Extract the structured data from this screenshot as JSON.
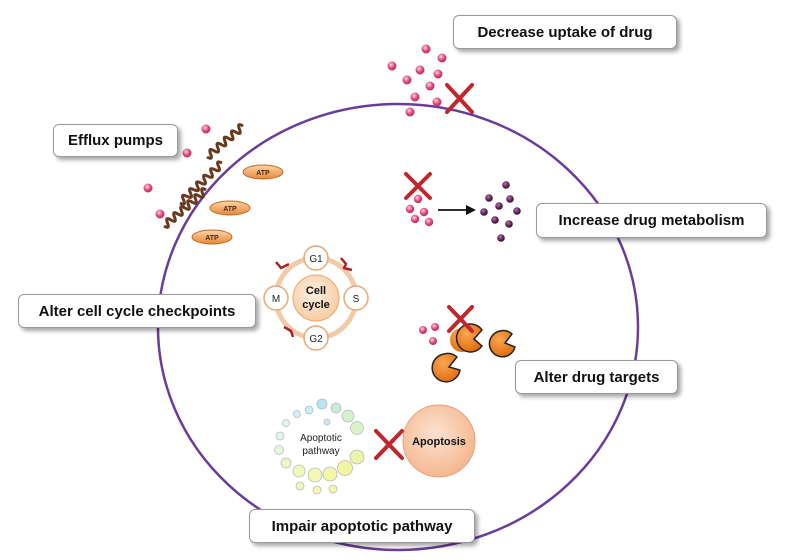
{
  "labels": {
    "uptake": "Decrease uptake of drug",
    "efflux": "Efflux pumps",
    "metabolism": "Increase drug metabolism",
    "checkpoints": "Alter cell cycle checkpoints",
    "targets": "Alter drug targets",
    "apoptotic": "Impair apoptotic pathway"
  },
  "pump": {
    "atp": "ATP"
  },
  "cell_cycle": {
    "center_line1": "Cell",
    "center_line2": "cycle",
    "phase_top": "G1",
    "phase_right": "S",
    "phase_bottom": "G2",
    "phase_left": "M"
  },
  "apoptosis": {
    "pathway_line1": "Apoptotic",
    "pathway_line2": "pathway",
    "node": "Apoptosis"
  },
  "colors": {
    "membrane": "#6a3d9a",
    "drug": "#e0457a",
    "metabolite": "#5a1e52",
    "cross": "#c0272d",
    "atp": "#f2a35a",
    "target": "#ee7a1a"
  }
}
